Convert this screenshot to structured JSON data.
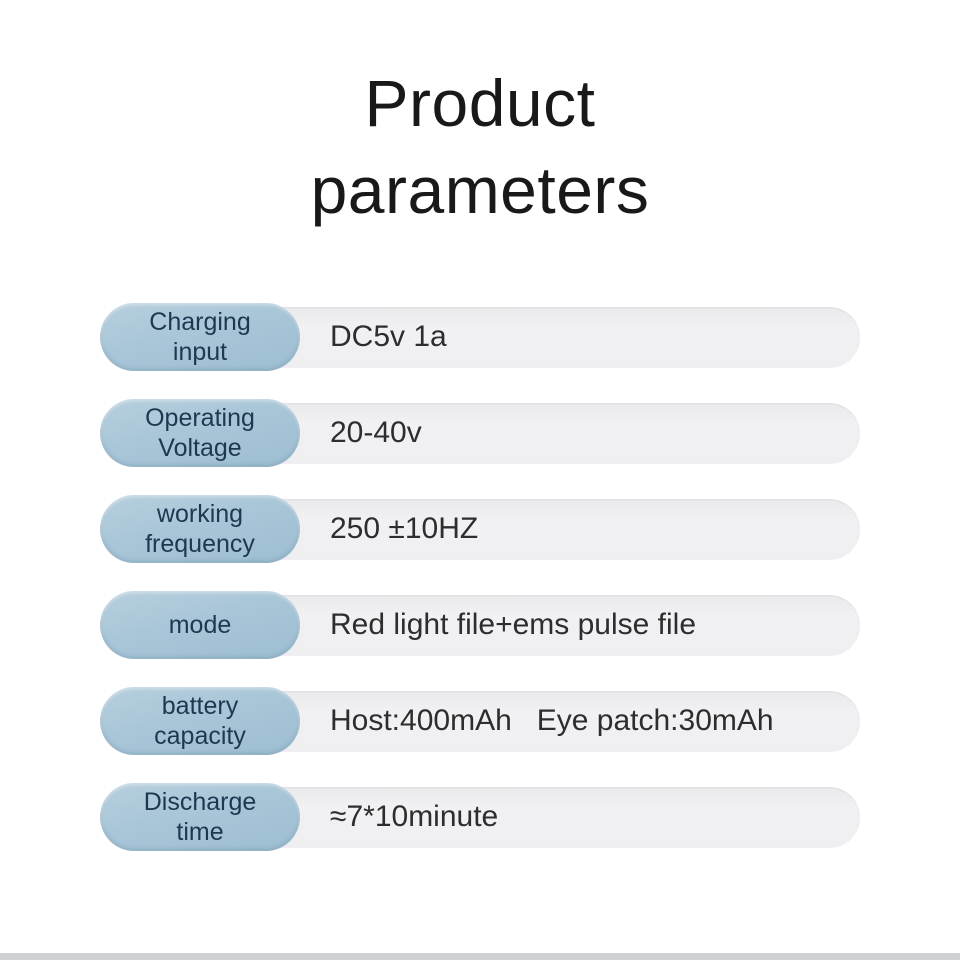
{
  "title": {
    "line1": "Product",
    "line2": "parameters"
  },
  "rows": [
    {
      "label": "Charging input",
      "label_lines": [
        "Charging",
        "input"
      ],
      "value": "DC5v 1a"
    },
    {
      "label": "Operating Voltage",
      "label_lines": [
        "Operating",
        "Voltage"
      ],
      "value": "20-40v"
    },
    {
      "label": "working frequency",
      "label_lines": [
        "working",
        "frequency"
      ],
      "value": "250 ±10HZ"
    },
    {
      "label": "mode",
      "label_lines": [
        "mode"
      ],
      "value": "Red light file+ems pulse file"
    },
    {
      "label": "battery capacity",
      "label_lines": [
        "battery",
        "capacity"
      ],
      "value": "Host:400mAh   Eye patch:30mAh"
    },
    {
      "label": "Discharge time",
      "label_lines": [
        "Discharge",
        "time"
      ],
      "value": "≈7*10minute"
    }
  ],
  "colors": {
    "background": "#ffffff",
    "pill_blue": "#a8c6d8",
    "pill_text": "#1d3850",
    "bar_gray": "#f0f0f2",
    "value_text": "#2d2d2d",
    "title_text": "#191919",
    "bottom_strip": "#cfd0d2"
  }
}
